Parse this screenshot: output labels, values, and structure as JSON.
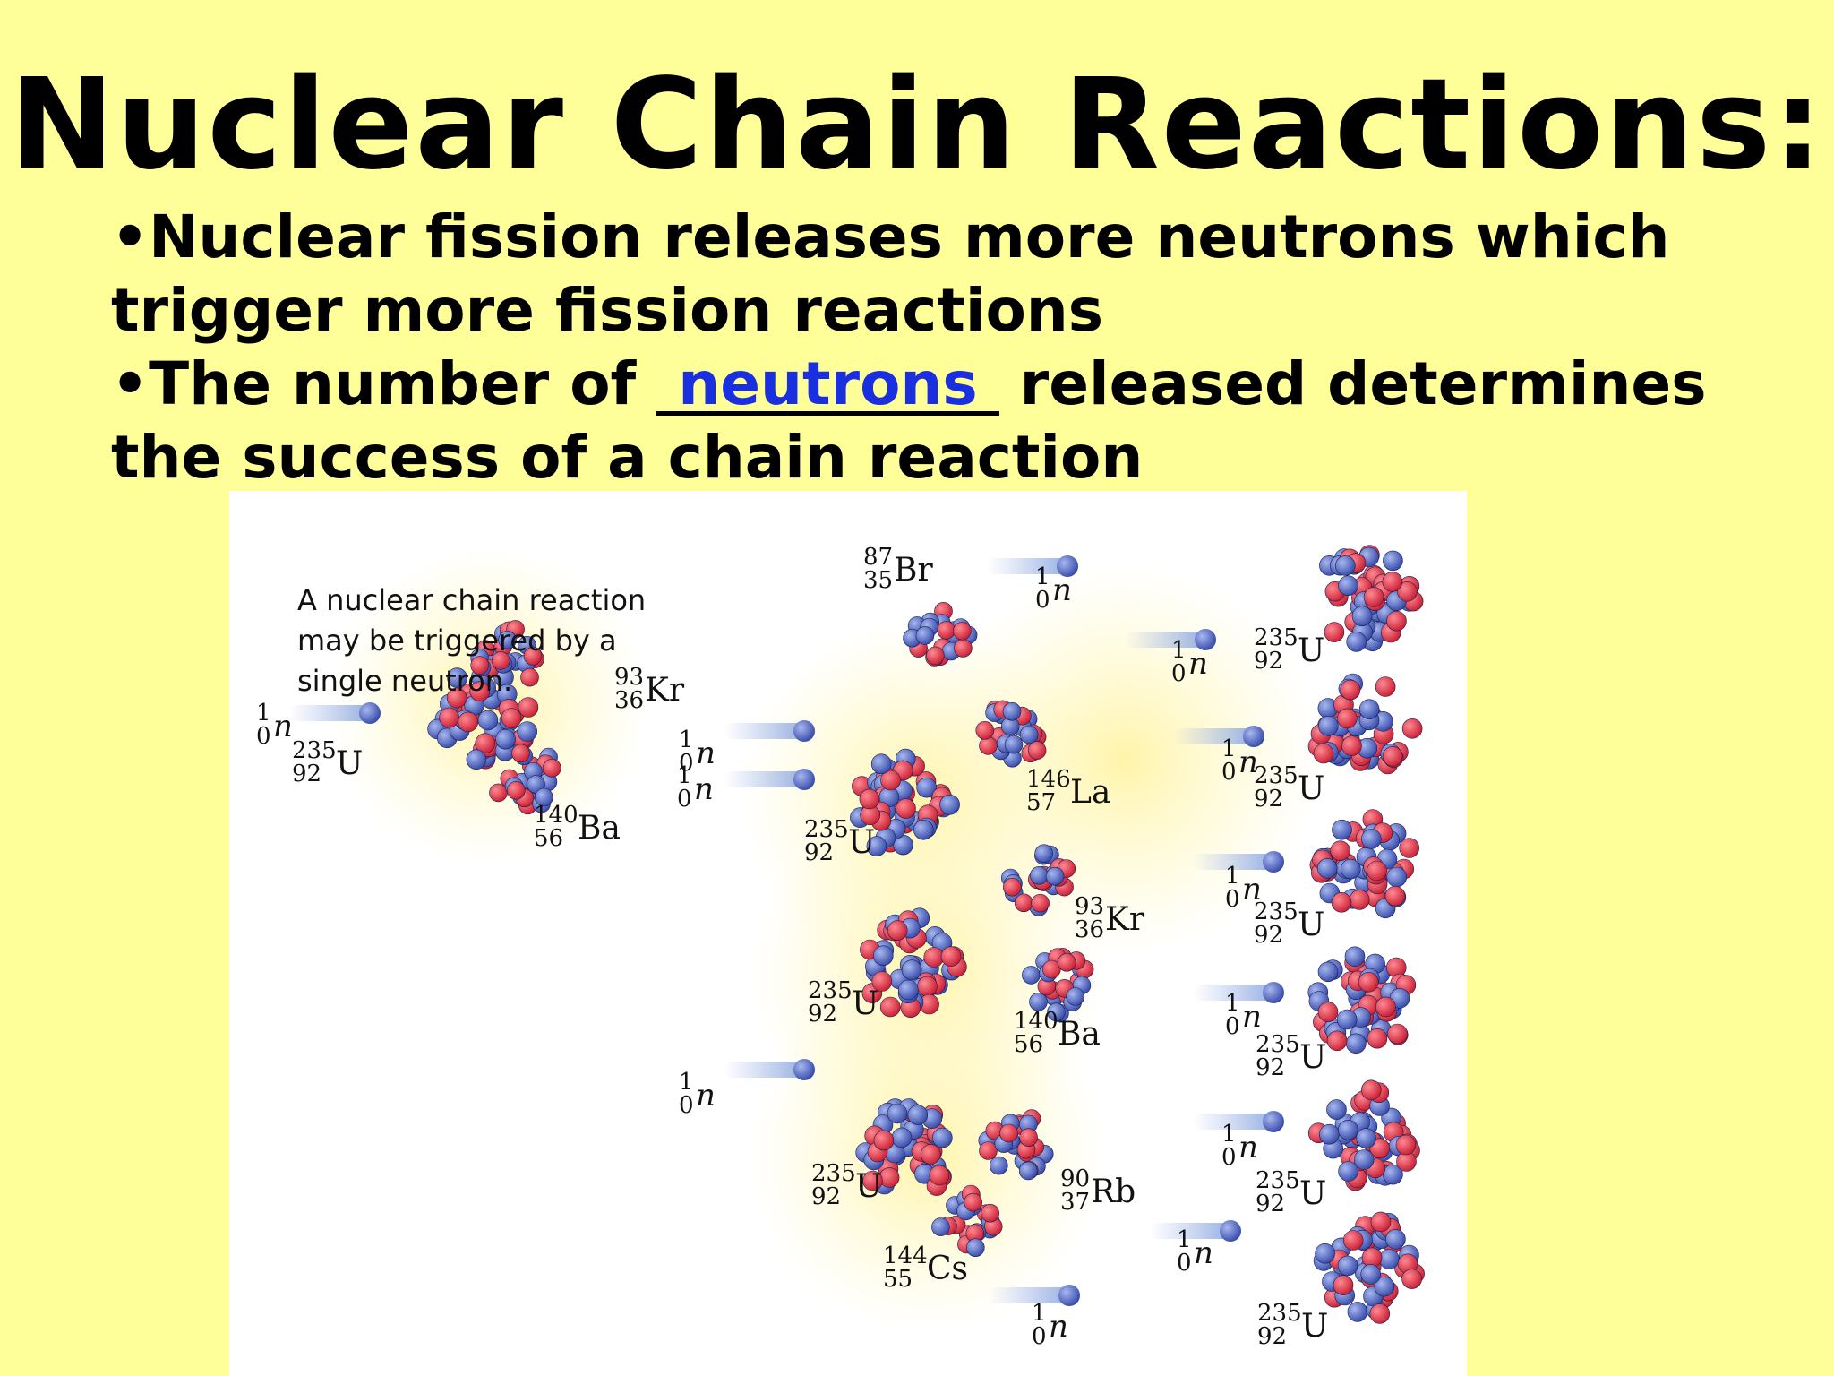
{
  "slide": {
    "title": "Nuclear Chain Reactions:",
    "bullet1": "•Nuclear fission releases more neutrons which trigger more fission reactions",
    "bullet2_before": "•The number of ",
    "bullet2_answer": "neutrons",
    "bullet2_after": " released determines the success of a chain reaction"
  },
  "figure": {
    "caption": "A nuclear chain reaction may be triggered by a single neutron.",
    "nuclei": [
      {
        "id": "n0",
        "label": {
          "A": "1",
          "Z": "0",
          "sym": "n"
        }
      },
      {
        "id": "u0",
        "label": {
          "A": "235",
          "Z": "92",
          "sym": "U"
        }
      },
      {
        "id": "kr1",
        "label": {
          "A": "93",
          "Z": "36",
          "sym": "Kr"
        }
      },
      {
        "id": "ba1",
        "label": {
          "A": "140",
          "Z": "56",
          "sym": "Ba"
        }
      },
      {
        "id": "n1",
        "label": {
          "A": "1",
          "Z": "0",
          "sym": "n"
        }
      },
      {
        "id": "u1",
        "label": {
          "A": "235",
          "Z": "92",
          "sym": "U"
        }
      },
      {
        "id": "n2",
        "label": {
          "A": "1",
          "Z": "0",
          "sym": "n"
        }
      },
      {
        "id": "u2",
        "label": {
          "A": "235",
          "Z": "92",
          "sym": "U"
        }
      },
      {
        "id": "n3",
        "label": {
          "A": "1",
          "Z": "0",
          "sym": "n"
        }
      },
      {
        "id": "u3",
        "label": {
          "A": "235",
          "Z": "92",
          "sym": "U"
        }
      },
      {
        "id": "br",
        "label": {
          "A": "87",
          "Z": "35",
          "sym": "Br"
        }
      },
      {
        "id": "la",
        "label": {
          "A": "146",
          "Z": "57",
          "sym": "La"
        }
      },
      {
        "id": "kr2",
        "label": {
          "A": "93",
          "Z": "36",
          "sym": "Kr"
        }
      },
      {
        "id": "ba2",
        "label": {
          "A": "140",
          "Z": "56",
          "sym": "Ba"
        }
      },
      {
        "id": "rb",
        "label": {
          "A": "90",
          "Z": "37",
          "sym": "Rb"
        }
      },
      {
        "id": "cs",
        "label": {
          "A": "144",
          "Z": "55",
          "sym": "Cs"
        }
      },
      {
        "id": "n4",
        "label": {
          "A": "1",
          "Z": "0",
          "sym": "n"
        }
      },
      {
        "id": "n5",
        "label": {
          "A": "1",
          "Z": "0",
          "sym": "n"
        }
      },
      {
        "id": "n6",
        "label": {
          "A": "1",
          "Z": "0",
          "sym": "n"
        }
      },
      {
        "id": "n7",
        "label": {
          "A": "1",
          "Z": "0",
          "sym": "n"
        }
      },
      {
        "id": "n8",
        "label": {
          "A": "1",
          "Z": "0",
          "sym": "n"
        }
      },
      {
        "id": "n9",
        "label": {
          "A": "1",
          "Z": "0",
          "sym": "n"
        }
      },
      {
        "id": "n10",
        "label": {
          "A": "1",
          "Z": "0",
          "sym": "n"
        }
      },
      {
        "id": "n11",
        "label": {
          "A": "1",
          "Z": "0",
          "sym": "n"
        }
      },
      {
        "id": "n12",
        "label": {
          "A": "1",
          "Z": "0",
          "sym": "n"
        }
      },
      {
        "id": "u4",
        "label": {
          "A": "235",
          "Z": "92",
          "sym": "U"
        }
      },
      {
        "id": "u5",
        "label": {
          "A": "235",
          "Z": "92",
          "sym": "U"
        }
      },
      {
        "id": "u6",
        "label": {
          "A": "235",
          "Z": "92",
          "sym": "U"
        }
      },
      {
        "id": "u7",
        "label": {
          "A": "235",
          "Z": "92",
          "sym": "U"
        }
      },
      {
        "id": "u8",
        "label": {
          "A": "235",
          "Z": "92",
          "sym": "U"
        }
      },
      {
        "id": "u9",
        "label": {
          "A": "235",
          "Z": "92",
          "sym": "U"
        }
      },
      {
        "id": "u10",
        "label": {
          "A": "235",
          "Z": "92",
          "sym": "U"
        }
      }
    ]
  },
  "colors": {
    "background": "#ffff99",
    "answer": "#1a2fe0",
    "proton": "#e0283a",
    "neutron": "#4a64c8"
  }
}
